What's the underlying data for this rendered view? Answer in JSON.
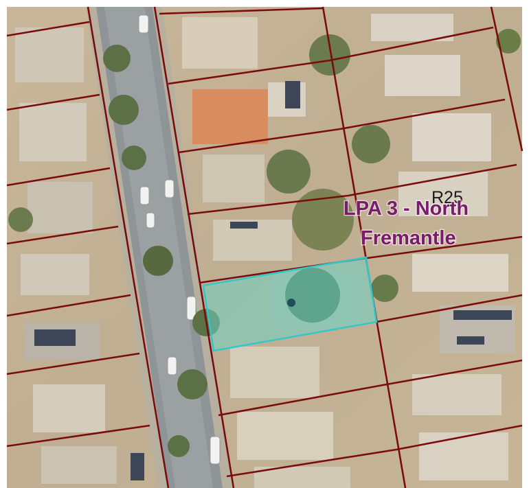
{
  "map": {
    "zone_code": "R25",
    "planning_area": {
      "line1": "LPA 3 - North",
      "line2": "Fremantle"
    },
    "colors": {
      "lot_boundary": "#7a0c0c",
      "selected_parcel_fill": "#6ed3c4",
      "selected_parcel_outline": "#33c7c9",
      "parcel_marker": "#1f4e5a",
      "planning_label": "#7a1b6d",
      "zone_label": "#1a1a1a"
    }
  }
}
